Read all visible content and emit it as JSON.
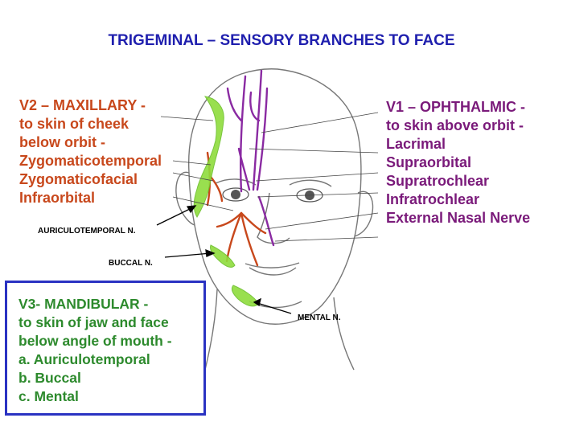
{
  "title": "TRIGEMINAL – SENSORY BRANCHES TO FACE",
  "v2": {
    "lines": [
      "V2 – MAXILLARY -",
      "to skin of cheek",
      "below orbit -",
      "Zygomaticotemporal",
      "Zygomaticofacial",
      "Infraorbital"
    ]
  },
  "v1": {
    "lines": [
      "V1 – OPHTHALMIC -",
      "to skin above orbit -",
      "Lacrimal",
      "Supraorbital",
      "Supratrochlear",
      "Infratrochlear",
      "External Nasal Nerve"
    ]
  },
  "v3": {
    "lines": [
      "V3- MANDIBULAR -",
      "to skin of jaw and face",
      "below angle of mouth -",
      "a. Auriculotemporal",
      "b. Buccal",
      "c. Mental"
    ]
  },
  "labels": {
    "auriculotemporal": "AURICULOTEMPORAL N.",
    "buccal": "BUCCAL N.",
    "mental": "MENTAL N."
  },
  "colors": {
    "title": "#1f1fae",
    "maxillary": "#c8481c",
    "ophthalmic": "#7a1a7a",
    "mandibular": "#2d8a2d",
    "box_border": "#2a32c2",
    "nerve_green": "#8fdc3c"
  }
}
